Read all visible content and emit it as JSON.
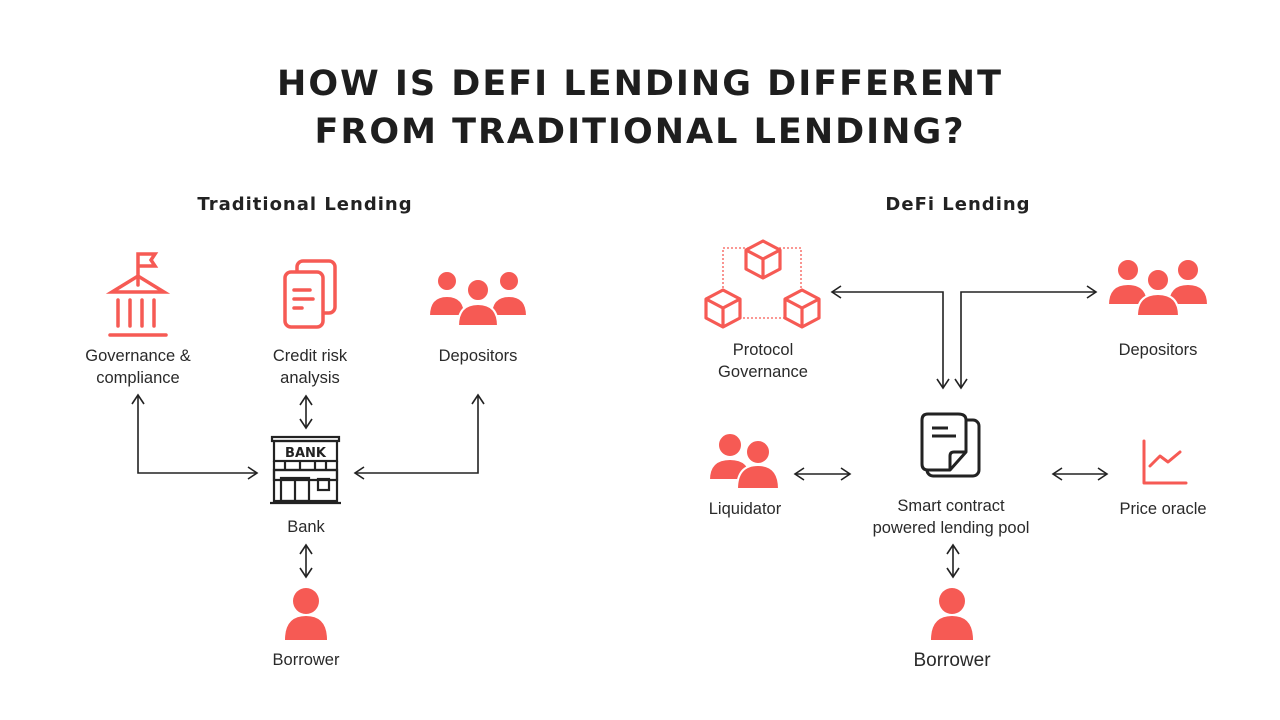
{
  "title": {
    "line1": "HOW IS DEFI LENDING DIFFERENT",
    "line2": "FROM TRADITIONAL LENDING?"
  },
  "colors": {
    "accent": "#f65a54",
    "ink": "#222222"
  },
  "traditional": {
    "heading": "Traditional Lending",
    "governance": {
      "line1": "Governance &",
      "line2": "compliance",
      "icon": "institution-flag-icon"
    },
    "credit": {
      "line1": "Credit risk",
      "line2": "analysis",
      "icon": "documents-icon"
    },
    "depositors": {
      "label": "Depositors",
      "icon": "group-icon"
    },
    "bank": {
      "label": "Bank",
      "sign": "BANK",
      "icon": "bank-icon"
    },
    "borrower": {
      "label": "Borrower",
      "icon": "person-icon"
    }
  },
  "defi": {
    "heading": "DeFi Lending",
    "governance": {
      "line1": "Protocol",
      "line2": "Governance",
      "icon": "blockchain-cubes-icon"
    },
    "depositors": {
      "label": "Depositors",
      "icon": "group-icon"
    },
    "liquidator": {
      "label": "Liquidator",
      "icon": "two-people-icon"
    },
    "pool": {
      "line1": "Smart contract",
      "line2": "powered lending pool",
      "icon": "contract-icon"
    },
    "oracle": {
      "label": "Price oracle",
      "icon": "line-chart-icon"
    },
    "borrower": {
      "label": "Borrower",
      "icon": "person-icon"
    }
  }
}
